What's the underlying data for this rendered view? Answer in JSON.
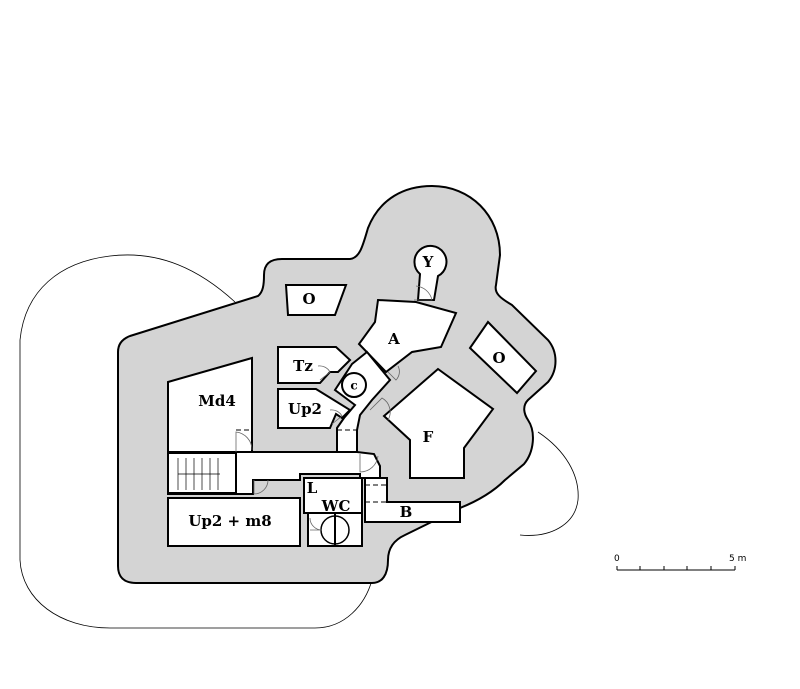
{
  "rooms": {
    "o_top": "O",
    "y": "Y",
    "a": "A",
    "o_right": "O",
    "tz": "Tz",
    "c": "c",
    "up2": "Up2",
    "md4": "Md4",
    "f": "F",
    "l": "L",
    "wc": "WC",
    "b": "B",
    "up2_m8": "Up2 + m8"
  },
  "scale": {
    "start": "0",
    "end": "5 m",
    "segments": 5
  },
  "colors": {
    "concrete": "#d4d4d4",
    "room": "#ffffff",
    "line": "#000000"
  }
}
